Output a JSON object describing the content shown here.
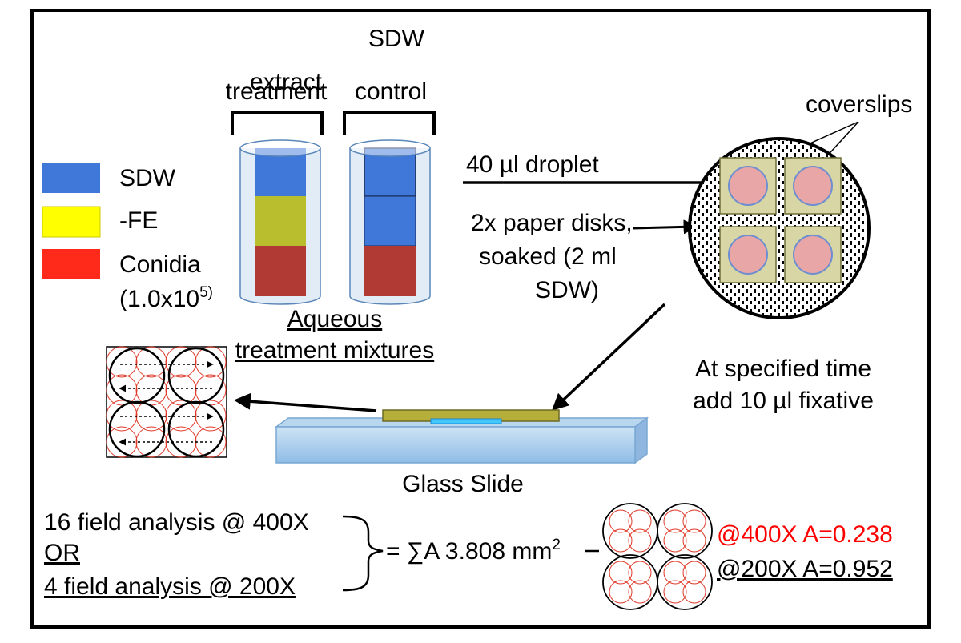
{
  "tubes": {
    "extract_label_1": "extract",
    "extract_label_2": "treatment",
    "control_label_1": "SDW",
    "control_label_2": "control",
    "caption_1": "Aqueous",
    "caption_2": "treatment mixtures"
  },
  "legend": {
    "items": [
      {
        "label": "SDW",
        "color": "#3f78d8"
      },
      {
        "label": "-FE",
        "color": "#ffff00"
      },
      {
        "label": "Conidia",
        "color": "#ff2a1a"
      }
    ],
    "conidia_conc_base": "(1.0x10",
    "conidia_conc_exp": "5)"
  },
  "dish": {
    "coverslips_label": "coverslips",
    "droplet_label": "40 µl droplet",
    "disks_label_1": "2x paper disks,",
    "disks_label_2": "soaked (2 ml",
    "disks_label_3": "SDW)"
  },
  "fixative": {
    "line_1": "At specified time",
    "line_2": "add 10 µl fixative"
  },
  "slide": {
    "label": "Glass Slide"
  },
  "analysis": {
    "line_1": "16 field analysis @ 400X",
    "line_2": "OR",
    "line_3": "4 field analysis @ 200X",
    "sum_text": "= ∑A 3.808 mm",
    "sum_exp": "2",
    "result_400": "@400X A=0.238",
    "result_200": "@200X A=0.952",
    "result_400_color": "#ff0000"
  }
}
